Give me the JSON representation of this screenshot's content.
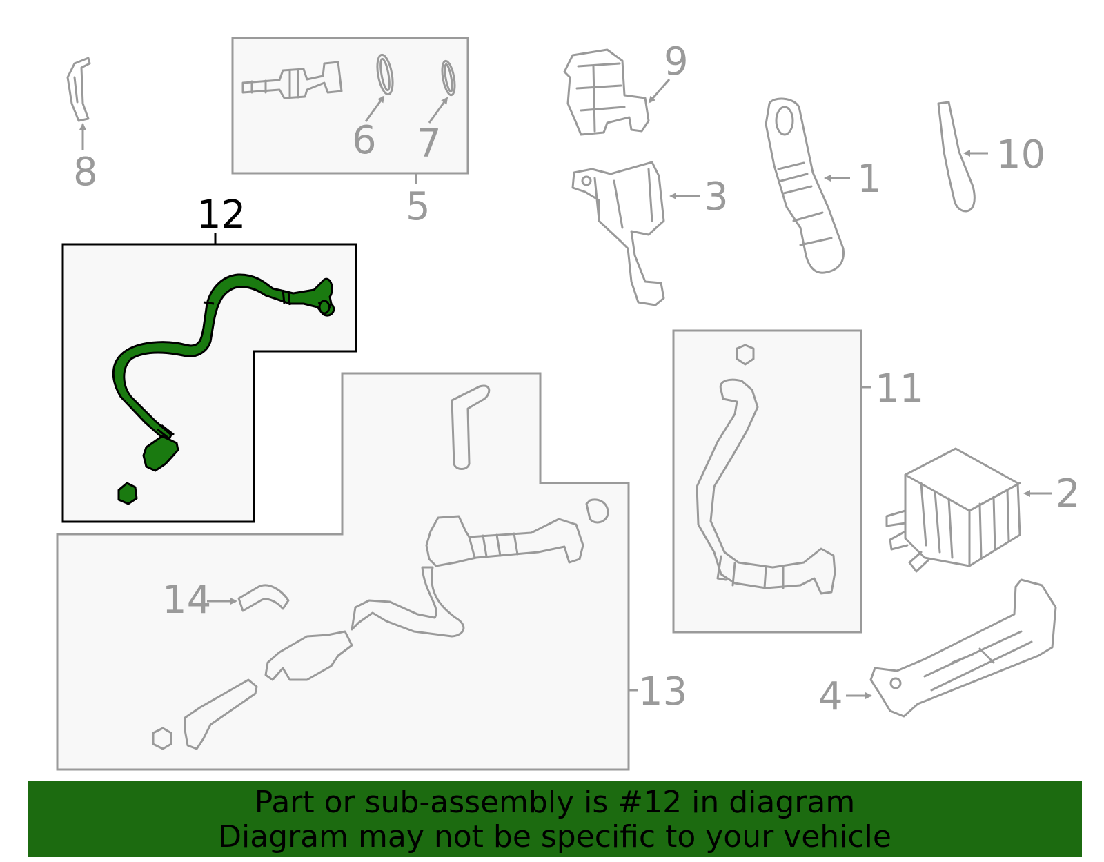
{
  "colors": {
    "highlight": "#1f6f1f",
    "highlight_part": "#1a7a10",
    "part_lines": "#9a9a9a",
    "box_fill": "#f8f8f8",
    "banner": "#1c6b10"
  },
  "callouts": {
    "c1": "1",
    "c2": "2",
    "c3": "3",
    "c4": "4",
    "c5": "5",
    "c6": "6",
    "c7": "7",
    "c8": "8",
    "c9": "9",
    "c10": "10",
    "c11": "11",
    "c12": "12",
    "c13": "13",
    "c14": "14"
  },
  "footer": {
    "line1": "Part or sub-assembly is #12 in diagram",
    "line2": "Diagram may not be specific to your vehicle"
  }
}
